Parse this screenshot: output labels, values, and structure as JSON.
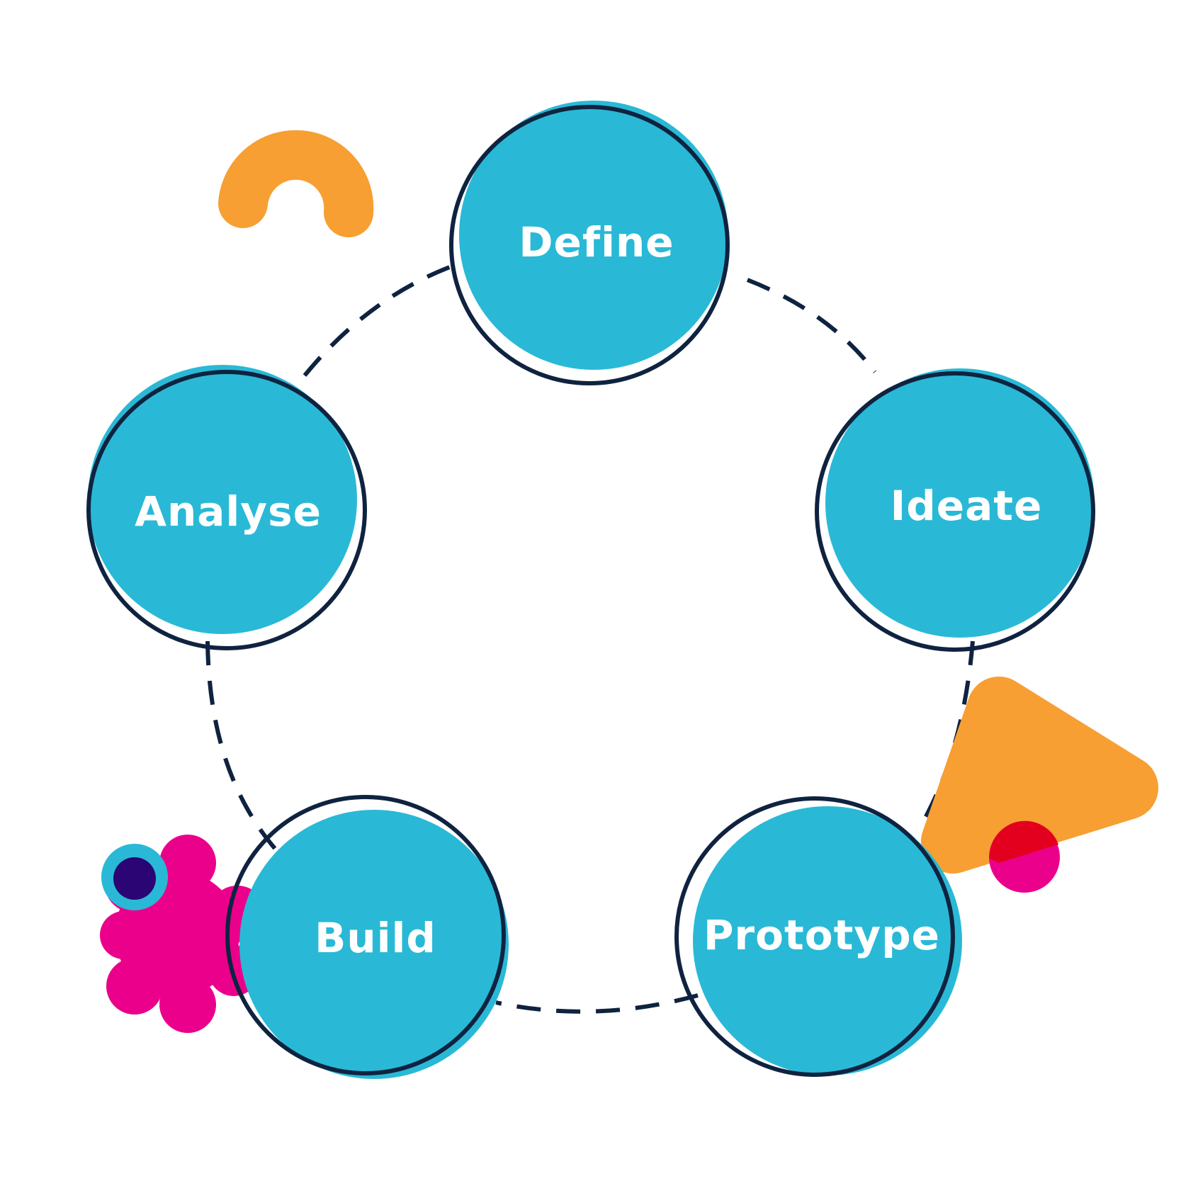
{
  "diagram": {
    "colors": {
      "background": "#ffffff",
      "stage_fill": "#29b9d6",
      "stage_outline": "#0f2340",
      "connector": "#0f2340",
      "orange": "#f79f33",
      "pink": "#eb008b",
      "red": "#e3001f",
      "indigo": "#2a0573"
    },
    "stages": [
      {
        "id": "define",
        "label": "Define"
      },
      {
        "id": "ideate",
        "label": "Ideate"
      },
      {
        "id": "prototype",
        "label": "Prototype"
      },
      {
        "id": "build",
        "label": "Build"
      },
      {
        "id": "analyse",
        "label": "Analyse"
      }
    ],
    "connector_style": "dashed",
    "decorations": [
      "orange-arc",
      "orange-triangle",
      "pink-flower",
      "pink-dot",
      "blue-dot"
    ]
  }
}
